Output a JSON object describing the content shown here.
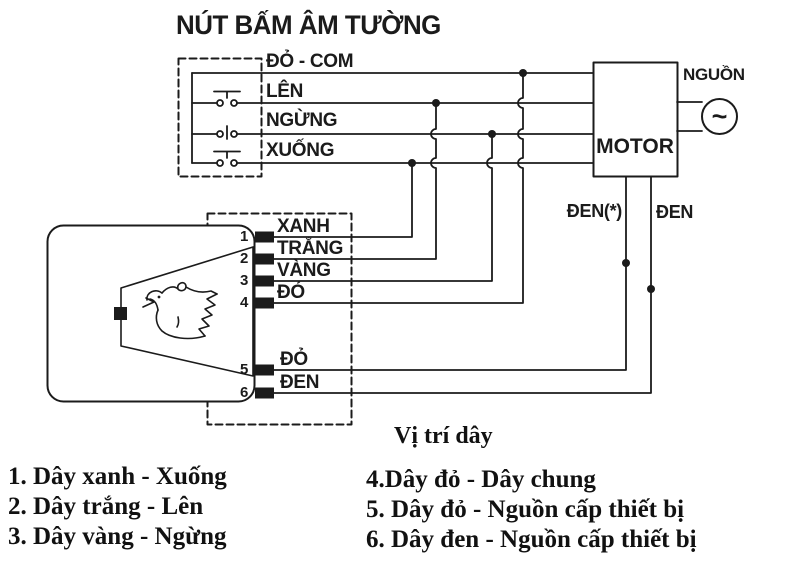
{
  "title": "NÚT BẤM ÂM TƯỜNG",
  "colors": {
    "ink": "#1b1b1b",
    "bg": "#ffffff"
  },
  "switch_panel": {
    "com_label": "ĐỎ - COM",
    "up_label": "LÊN",
    "stop_label": "NGỪNG",
    "down_label": "XUỐNG"
  },
  "motor": {
    "label": "MOTOR",
    "power_label": "NGUỒN",
    "ac_symbol": "~",
    "black_wire_star_label": "ĐEN(*)",
    "black_wire_label": "ĐEN"
  },
  "receiver": {
    "pins": [
      {
        "no": "1",
        "label": "XANH"
      },
      {
        "no": "2",
        "label": "TRẮNG"
      },
      {
        "no": "3",
        "label": "VÀNG"
      },
      {
        "no": "4",
        "label": "ĐỎ"
      },
      {
        "no": "5",
        "label": "ĐỎ"
      },
      {
        "no": "6",
        "label": "ĐEN"
      }
    ]
  },
  "legend": {
    "title": "Vị trí dây",
    "left_items": [
      "1. Dây xanh - Xuống",
      "2. Dây trắng - Lên",
      "3. Dây vàng - Ngừng"
    ],
    "right_items": [
      "4.Dây đỏ - Dây chung",
      "5. Dây đỏ - Nguồn cấp thiết bị",
      "6. Dây đen - Nguồn cấp thiết bị"
    ]
  }
}
